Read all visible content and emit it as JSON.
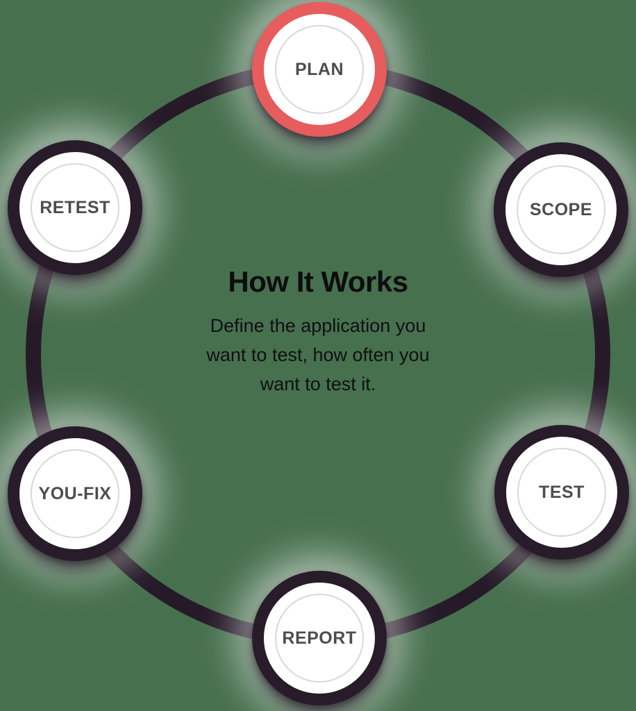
{
  "colors": {
    "background": "#47704F",
    "cycle_ring": "#261A28",
    "node_ring_dark": "#281B2A",
    "node_ring_active": "#E75C5C",
    "node_inner_circle": "#D8D8D8",
    "node_label": "#4D4D4D",
    "text": "#0D0D0F"
  },
  "center": {
    "title": "How It Works",
    "description_lines": [
      "Define the application you",
      "want to test, how often you",
      "want to test it."
    ]
  },
  "nodes": [
    {
      "label": "PLAN",
      "active": true,
      "ring_color": "#E75C5C",
      "position": "top"
    },
    {
      "label": "SCOPE",
      "active": false,
      "ring_color": "#281B2A",
      "position": "upper-right"
    },
    {
      "label": "TEST",
      "active": false,
      "ring_color": "#281B2A",
      "position": "lower-right"
    },
    {
      "label": "REPORT",
      "active": false,
      "ring_color": "#281B2A",
      "position": "bottom"
    },
    {
      "label": "YOU-FIX",
      "active": false,
      "ring_color": "#281B2A",
      "position": "lower-left"
    },
    {
      "label": "RETEST",
      "active": false,
      "ring_color": "#281B2A",
      "position": "upper-left"
    }
  ]
}
